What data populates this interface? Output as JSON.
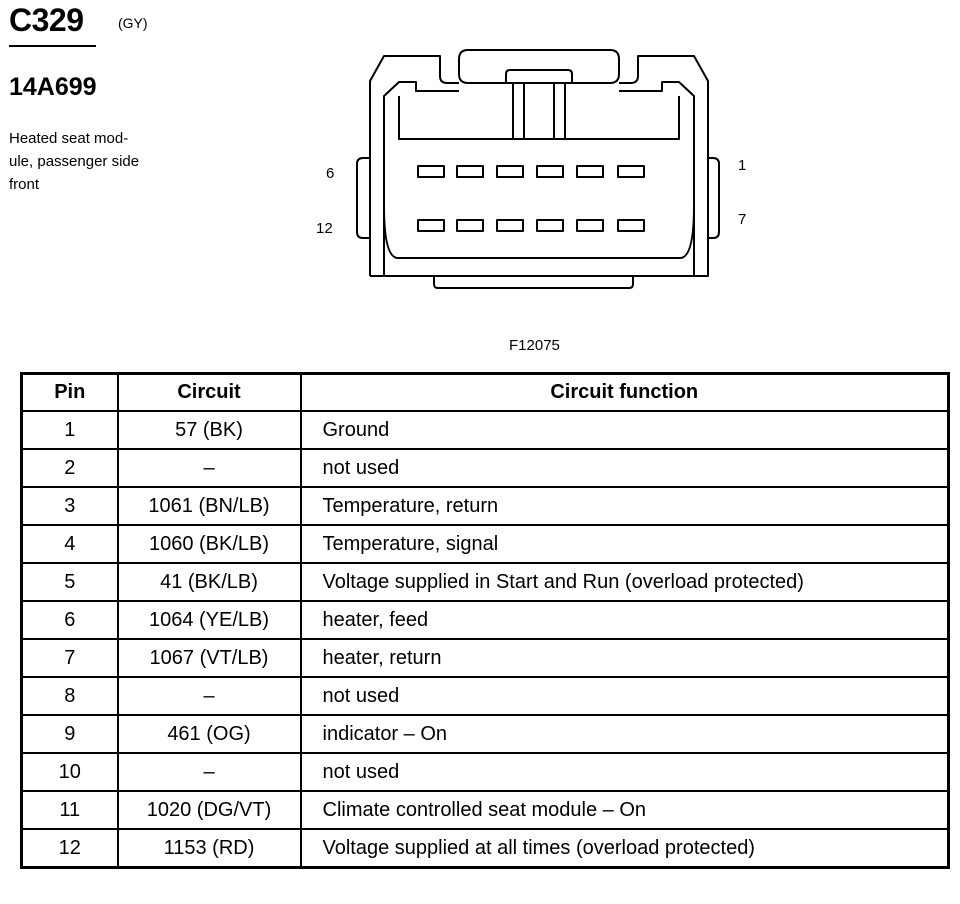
{
  "connector": {
    "code": "C329",
    "color": "(GY)",
    "part_number": "14A699",
    "description": "Heated seat mod-\nule, passenger side\nfront"
  },
  "diagram": {
    "pin_labels": {
      "top_left": "6",
      "bottom_left": "12",
      "top_right": "1",
      "bottom_right": "7"
    },
    "figure_id": "F12075"
  },
  "table": {
    "headers": {
      "pin": "Pin",
      "circuit": "Circuit",
      "function": "Circuit function"
    },
    "rows": [
      {
        "pin": "1",
        "circuit": "57 (BK)",
        "function": "Ground"
      },
      {
        "pin": "2",
        "circuit": "–",
        "function": "not used"
      },
      {
        "pin": "3",
        "circuit": "1061 (BN/LB)",
        "function": "Temperature, return"
      },
      {
        "pin": "4",
        "circuit": "1060 (BK/LB)",
        "function": "Temperature, signal"
      },
      {
        "pin": "5",
        "circuit": "41 (BK/LB)",
        "function": "Voltage supplied in Start and Run (overload protected)"
      },
      {
        "pin": "6",
        "circuit": "1064 (YE/LB)",
        "function": "heater, feed"
      },
      {
        "pin": "7",
        "circuit": "1067 (VT/LB)",
        "function": "heater, return"
      },
      {
        "pin": "8",
        "circuit": "–",
        "function": "not used"
      },
      {
        "pin": "9",
        "circuit": "461 (OG)",
        "function": "indicator – On"
      },
      {
        "pin": "10",
        "circuit": "–",
        "function": "not used"
      },
      {
        "pin": "11",
        "circuit": "1020 (DG/VT)",
        "function": "Climate controlled seat module – On"
      },
      {
        "pin": "12",
        "circuit": "1153 (RD)",
        "function": "Voltage supplied at all times (overload protected)"
      }
    ]
  }
}
